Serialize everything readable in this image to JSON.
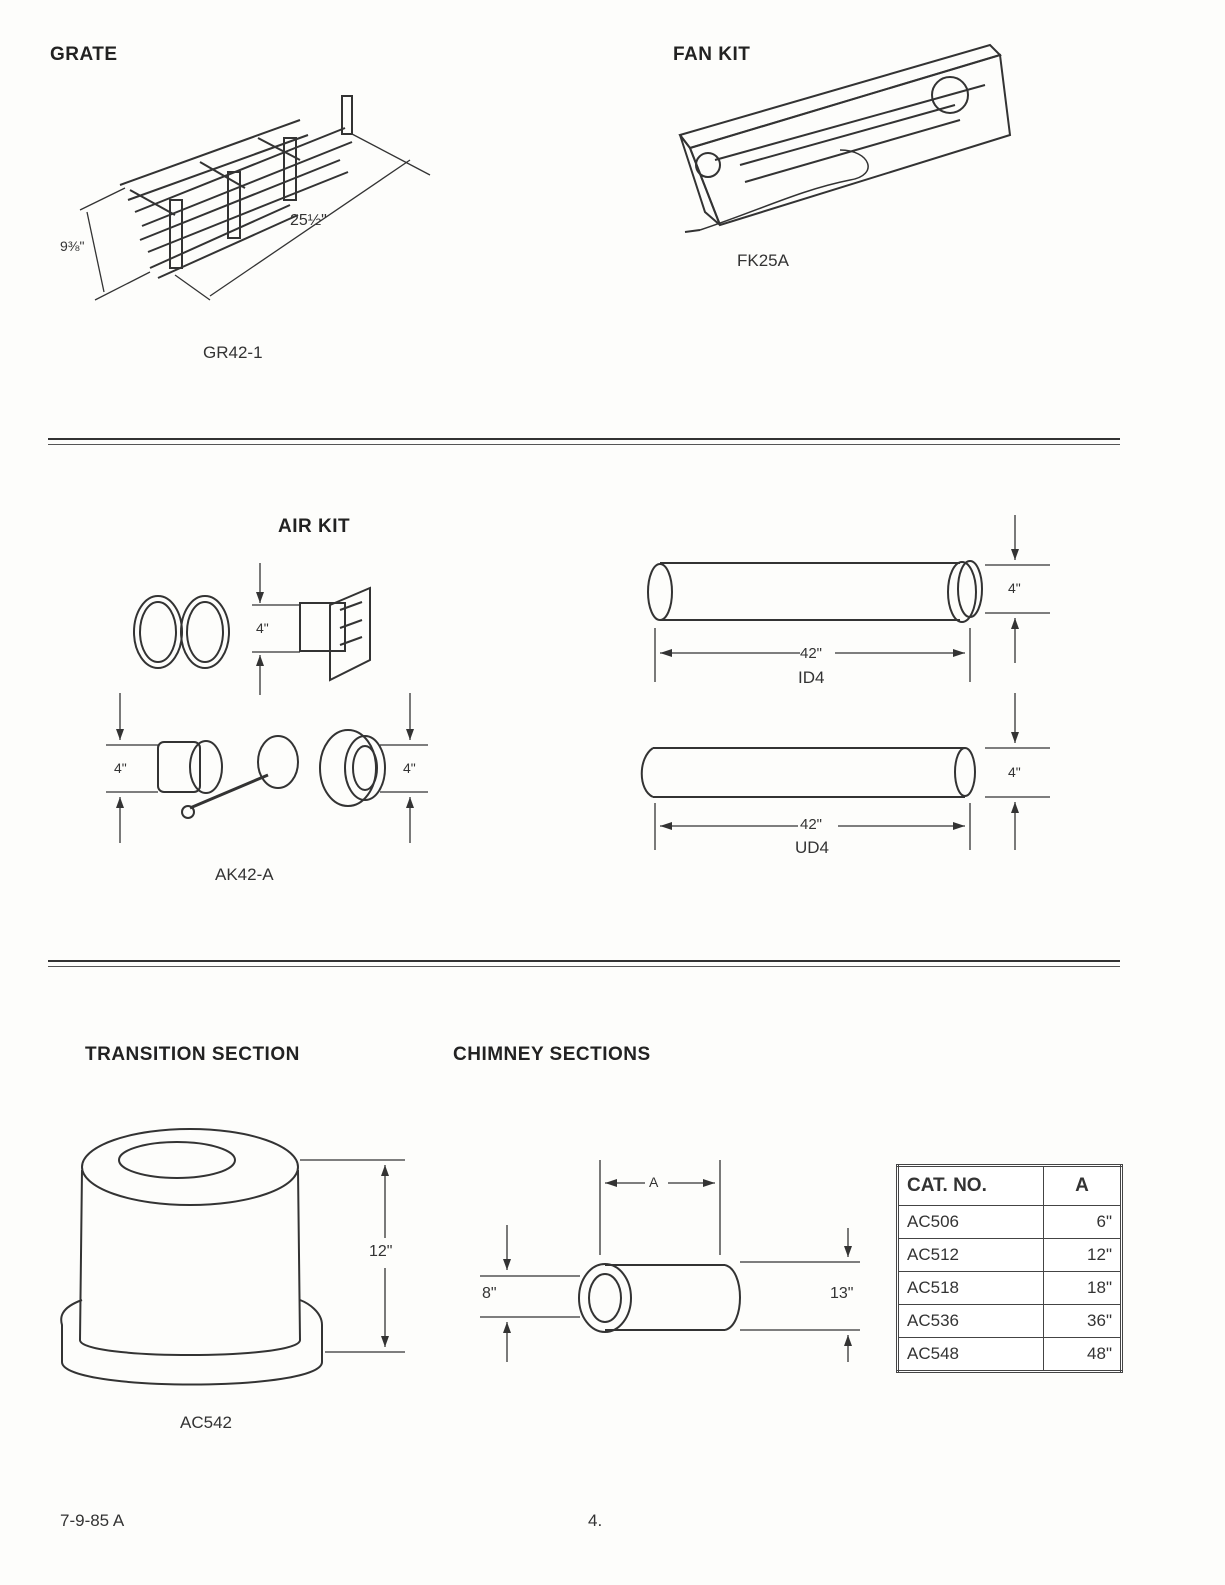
{
  "grate": {
    "heading": "GRATE",
    "height_dim": "9⅜\"",
    "length_dim": "25½\"",
    "model": "GR42-1"
  },
  "fan_kit": {
    "heading": "FAN KIT",
    "model": "FK25A"
  },
  "air_kit": {
    "heading": "AIR KIT",
    "dim_top": "4\"",
    "dim_left": "4\"",
    "dim_right": "4\"",
    "model": "AK42-A"
  },
  "pipes": [
    {
      "length": "42\"",
      "dia": "4\"",
      "model": "ID4"
    },
    {
      "length": "42\"",
      "dia": "4\"",
      "model": "UD4"
    }
  ],
  "transition": {
    "heading": "TRANSITION SECTION",
    "height_dim": "12\"",
    "model": "AC542"
  },
  "chimney": {
    "heading": "CHIMNEY SECTIONS",
    "dim_a": "A",
    "dim_inner": "8\"",
    "dim_outer": "13\""
  },
  "catalog": {
    "headers": [
      "CAT. NO.",
      "A"
    ],
    "rows": [
      [
        "AC506",
        "6\""
      ],
      [
        "AC512",
        "12\""
      ],
      [
        "AC518",
        "18\""
      ],
      [
        "AC536",
        "36\""
      ],
      [
        "AC548",
        "48\""
      ]
    ]
  },
  "footer": {
    "doc_code": "7-9-85 A",
    "page_number": "4."
  }
}
